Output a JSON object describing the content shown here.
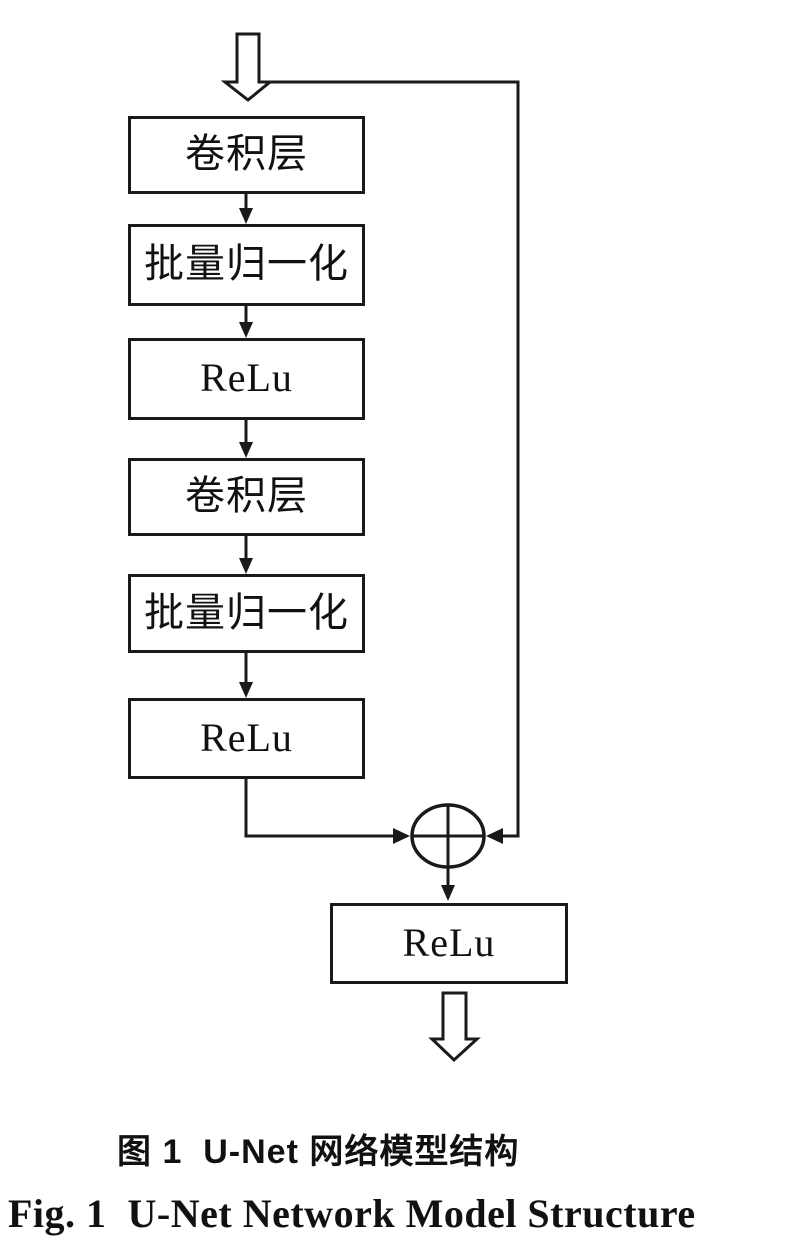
{
  "figure": {
    "nodes": [
      {
        "label": "卷积层"
      },
      {
        "label": "批量归一化"
      },
      {
        "label": "ReLu"
      },
      {
        "label": "卷积层"
      },
      {
        "label": "批量归一化"
      },
      {
        "label": "ReLu"
      },
      {
        "label": "ReLu"
      }
    ],
    "operator_symbol": "⊕",
    "captions": {
      "zh": "图 1  U-Net 网络模型结构",
      "en": "Fig. 1  U-Net Network Model Structure"
    },
    "colors": {
      "line": "#1a1a1a",
      "background": "#ffffff",
      "text": "#111111"
    }
  }
}
